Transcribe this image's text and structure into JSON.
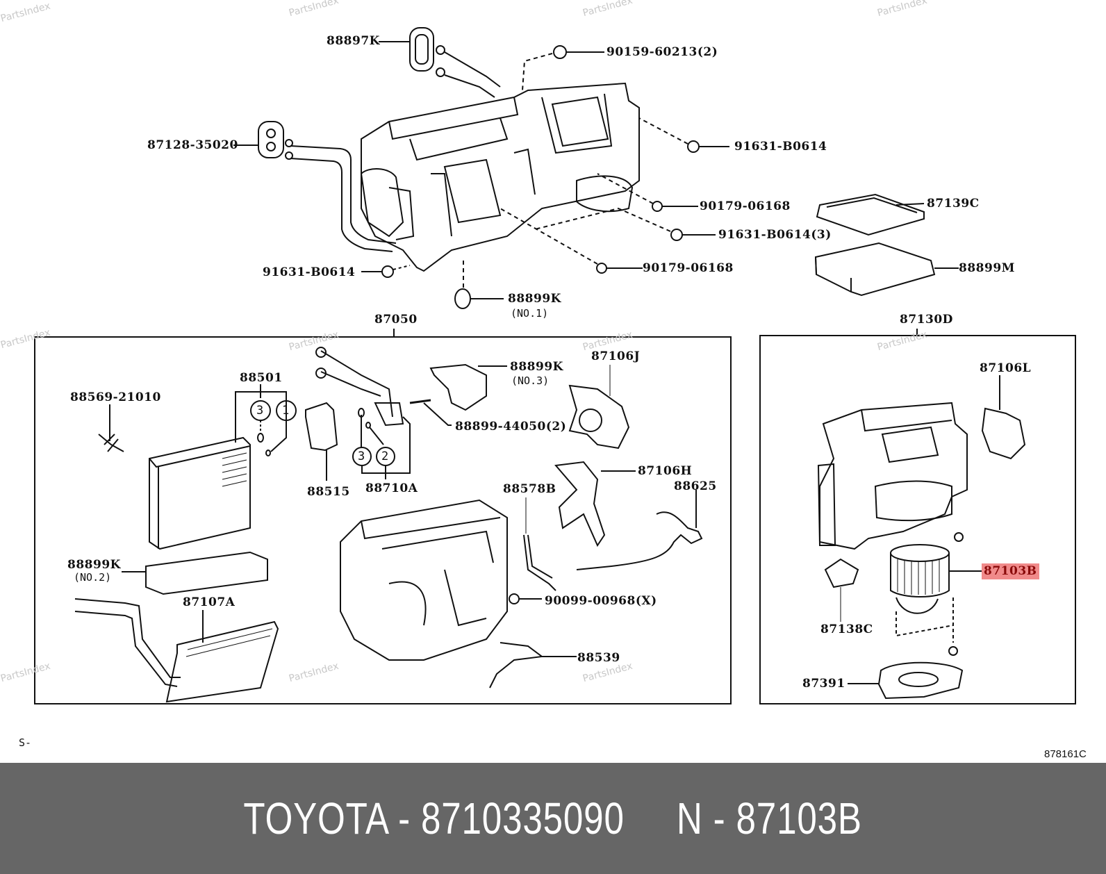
{
  "watermark": "PartsIndex",
  "labels": {
    "p88897K": "88897K",
    "p90159": "90159-60213(2)",
    "p87128": "87128-35020",
    "p91631a": "91631-B0614",
    "p90179a": "90179-06168",
    "p91631b": "91631-B0614(3)",
    "p91631c": "91631-B0614",
    "p90179b": "90179-06168",
    "p88899K1": "88899K",
    "p88899K1_sub": "(NO.1)",
    "p87139C": "87139C",
    "p88899M": "88899M",
    "p87050": "87050",
    "p87130D": "87130D",
    "p88569": "88569-21010",
    "p88501": "88501",
    "p88515": "88515",
    "p88710A": "88710A",
    "p88899K3": "88899K",
    "p88899K3_sub": "(NO.3)",
    "p88899_44050": "88899-44050(2)",
    "p87106J": "87106J",
    "p87106H": "87106H",
    "p88578B": "88578B",
    "p88625": "88625",
    "p88899K2": "88899K",
    "p88899K2_sub": "(NO.2)",
    "p87107A": "87107A",
    "p90099": "90099-00968(X)",
    "p88539": "88539",
    "p87106L": "87106L",
    "p87103B": "87103B",
    "p87138C": "87138C",
    "p87391": "87391"
  },
  "circle_refs": {
    "c88501_a": "3",
    "c88501_b": "1",
    "c88710_a": "3",
    "c88710_b": "2"
  },
  "highlight": {
    "part": "87103B",
    "color": "#f08a8a"
  },
  "footer": {
    "left_code": "S-",
    "right_code": "878161C"
  },
  "banner": {
    "text": "TOYOTA - 8710335090     N - 87103B",
    "background": "#666666"
  }
}
